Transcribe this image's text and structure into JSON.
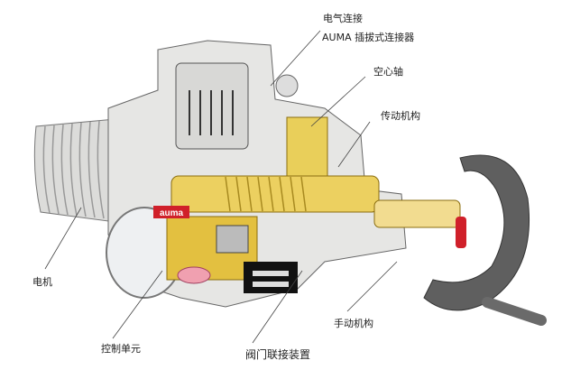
{
  "labels": {
    "electrical_connection": "电气连接",
    "plug_connector": "AUMA 插拔式连接器",
    "hollow_shaft": "空心轴",
    "gearing": "传动机构",
    "motor": "电机",
    "control_unit": "控制单元",
    "valve_attachment": "阀门联接装置",
    "handwheel": "手动机构"
  },
  "logo": "auma",
  "colors": {
    "housing": "#e4e4e2",
    "gear": "#e8c84a",
    "handwheel": "#5a5a5a",
    "accent": "#d0202a"
  }
}
